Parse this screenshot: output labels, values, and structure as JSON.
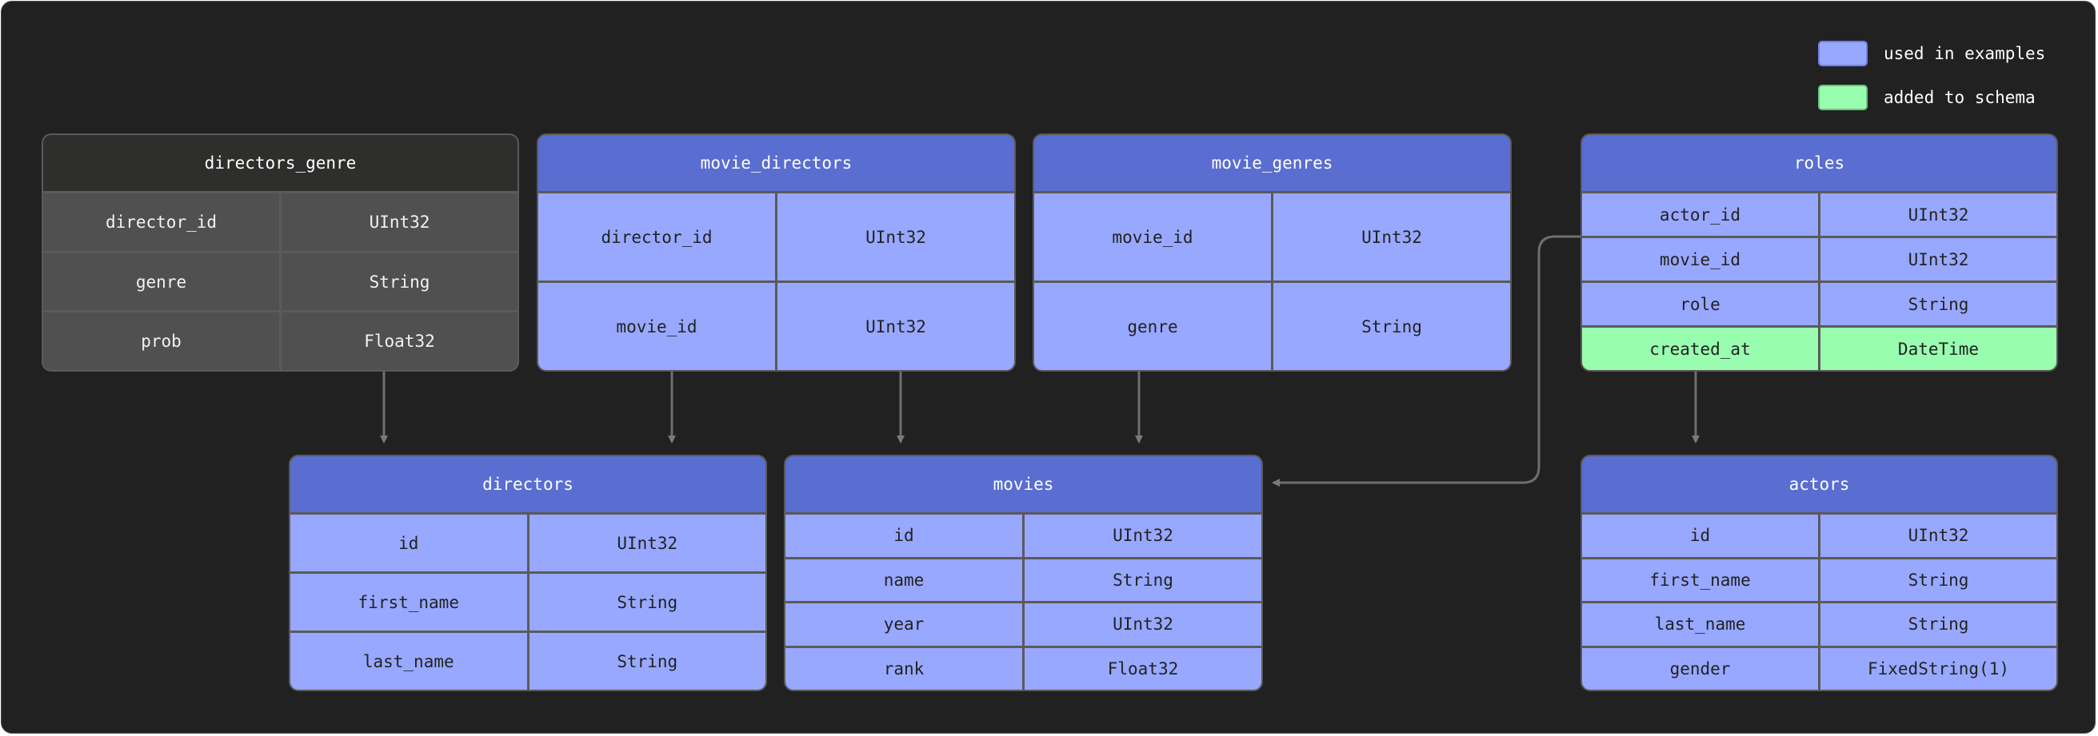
{
  "legend": [
    {
      "label": "used in examples",
      "color": "#98a8ff"
    },
    {
      "label": "added to schema",
      "color": "#99fdb0"
    }
  ],
  "colors": {
    "header_blue": "#5a6dd0",
    "row_blue": "#98a8ff",
    "row_green": "#99fdb0",
    "header_dark": "#2e2e2d",
    "row_dark": "#505050",
    "background": "#212121"
  },
  "tables": [
    {
      "name": "directors_genre",
      "style": "dark",
      "columns": [
        {
          "name": "director_id",
          "type": "UInt32"
        },
        {
          "name": "genre",
          "type": "String"
        },
        {
          "name": "prob",
          "type": "Float32"
        }
      ]
    },
    {
      "name": "movie_directors",
      "style": "blue",
      "columns": [
        {
          "name": "director_id",
          "type": "UInt32"
        },
        {
          "name": "movie_id",
          "type": "UInt32"
        }
      ]
    },
    {
      "name": "movie_genres",
      "style": "blue",
      "columns": [
        {
          "name": "movie_id",
          "type": "UInt32"
        },
        {
          "name": "genre",
          "type": "String"
        }
      ]
    },
    {
      "name": "roles",
      "style": "blue",
      "columns": [
        {
          "name": "actor_id",
          "type": "UInt32"
        },
        {
          "name": "movie_id",
          "type": "UInt32"
        },
        {
          "name": "role",
          "type": "String"
        },
        {
          "name": "created_at",
          "type": "DateTime",
          "added": true
        }
      ]
    },
    {
      "name": "directors",
      "style": "blue",
      "columns": [
        {
          "name": "id",
          "type": "UInt32"
        },
        {
          "name": "first_name",
          "type": "String"
        },
        {
          "name": "last_name",
          "type": "String"
        }
      ]
    },
    {
      "name": "movies",
      "style": "blue",
      "columns": [
        {
          "name": "id",
          "type": "UInt32"
        },
        {
          "name": "name",
          "type": "String"
        },
        {
          "name": "year",
          "type": "UInt32"
        },
        {
          "name": "rank",
          "type": "Float32"
        }
      ]
    },
    {
      "name": "actors",
      "style": "blue",
      "columns": [
        {
          "name": "id",
          "type": "UInt32"
        },
        {
          "name": "first_name",
          "type": "String"
        },
        {
          "name": "last_name",
          "type": "String"
        },
        {
          "name": "gender",
          "type": "FixedString(1)"
        }
      ]
    }
  ],
  "relations": [
    {
      "from": "directors_genre",
      "to": "directors"
    },
    {
      "from": "movie_directors",
      "to": "directors"
    },
    {
      "from": "movie_directors",
      "to": "movies"
    },
    {
      "from": "movie_genres",
      "to": "movies"
    },
    {
      "from": "roles",
      "to": "movies"
    },
    {
      "from": "roles",
      "to": "actors"
    }
  ]
}
